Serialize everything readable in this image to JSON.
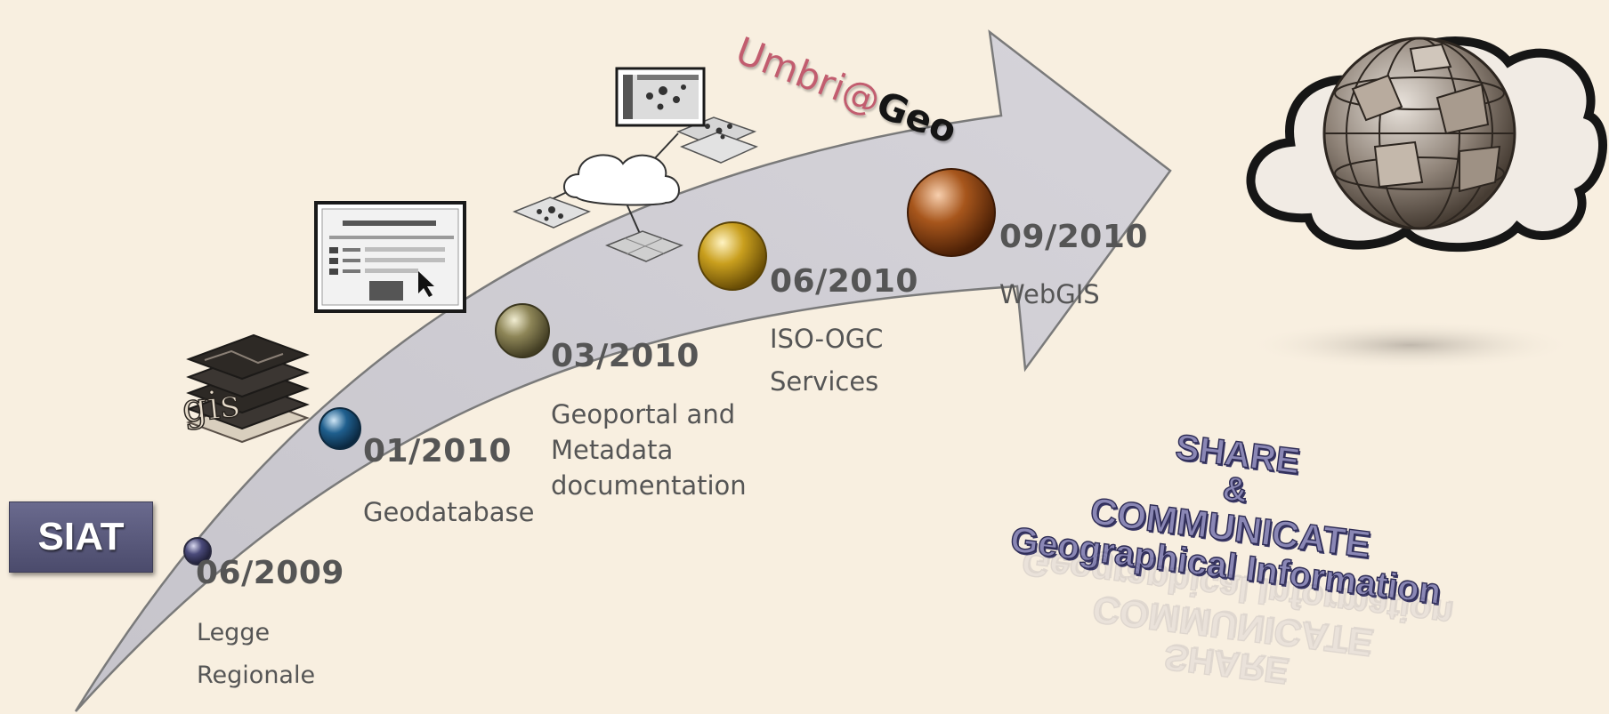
{
  "brand": {
    "part1": "Umbri@",
    "part2": "Geo"
  },
  "siat_badge": "SIAT",
  "milestones": [
    {
      "date": "06/2009",
      "desc": [
        "Legge",
        "Regionale"
      ]
    },
    {
      "date": "01/2010",
      "desc": [
        "Geodatabase"
      ]
    },
    {
      "date": "03/2010",
      "desc": [
        "Geoportal and",
        "Metadata",
        "documentation"
      ]
    },
    {
      "date": "06/2010",
      "desc": [
        "ISO-OGC",
        "Services"
      ]
    },
    {
      "date": "09/2010",
      "desc": [
        "WebGIS"
      ]
    }
  ],
  "milestone_colors": [
    "#4a4a7a",
    "#1f5f8e",
    "#8d8557",
    "#c99f1e",
    "#a7561c"
  ],
  "icon_labels": {
    "gis": "gis"
  },
  "slogan": {
    "line1": "SHARE",
    "line2": "&",
    "line3": "COMMUNICATE",
    "line4": "Geographical Information"
  },
  "colors": {
    "background": "#f8efe0",
    "arrow_fill": "#cfcdd4",
    "arrow_stroke": "#7a7a7a",
    "text": "#555555",
    "slogan_fill": "#8a87b5",
    "slogan_stroke": "#2e2c55"
  }
}
